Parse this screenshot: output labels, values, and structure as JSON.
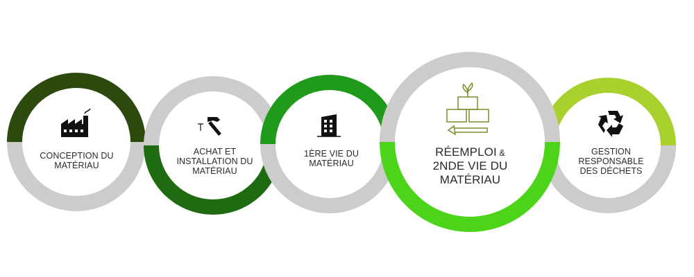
{
  "stages": [
    {
      "id": "conception",
      "lines": [
        "CONCEPTION DU",
        "MATÉRIAU"
      ],
      "icon": "factory-icon",
      "ring_top_color": "#2d4a0e",
      "ring_bottom_color": "#cccccc"
    },
    {
      "id": "achat",
      "lines": [
        "ACHAT ET",
        "INSTALLATION DU",
        "MATÉRIAU"
      ],
      "icon": "hammer-icon",
      "ring_top_color": "#cccccc",
      "ring_bottom_color": "#1e6b12"
    },
    {
      "id": "premiere-vie",
      "lines": [
        "1ÈRE VIE DU",
        "MATÉRIAU"
      ],
      "icon": "building-icon",
      "ring_top_color": "#1f9a1a",
      "ring_bottom_color": "#cccccc"
    },
    {
      "id": "reemploi",
      "title_big": "RÉEMPLOI",
      "title_small": " &",
      "lines": [
        "2NDE VIE DU",
        "MATÉRIAU"
      ],
      "icon": "reuse-blocks-icon",
      "ring_top_color": "#cccccc",
      "ring_bottom_color": "#4cd41a",
      "highlight": true
    },
    {
      "id": "gestion",
      "lines": [
        "GESTION",
        "RESPONSABLE",
        "DES DÉCHETS"
      ],
      "icon": "recycle-icon",
      "ring_top_color": "#a9d12e",
      "ring_bottom_color": "#cccccc"
    }
  ]
}
